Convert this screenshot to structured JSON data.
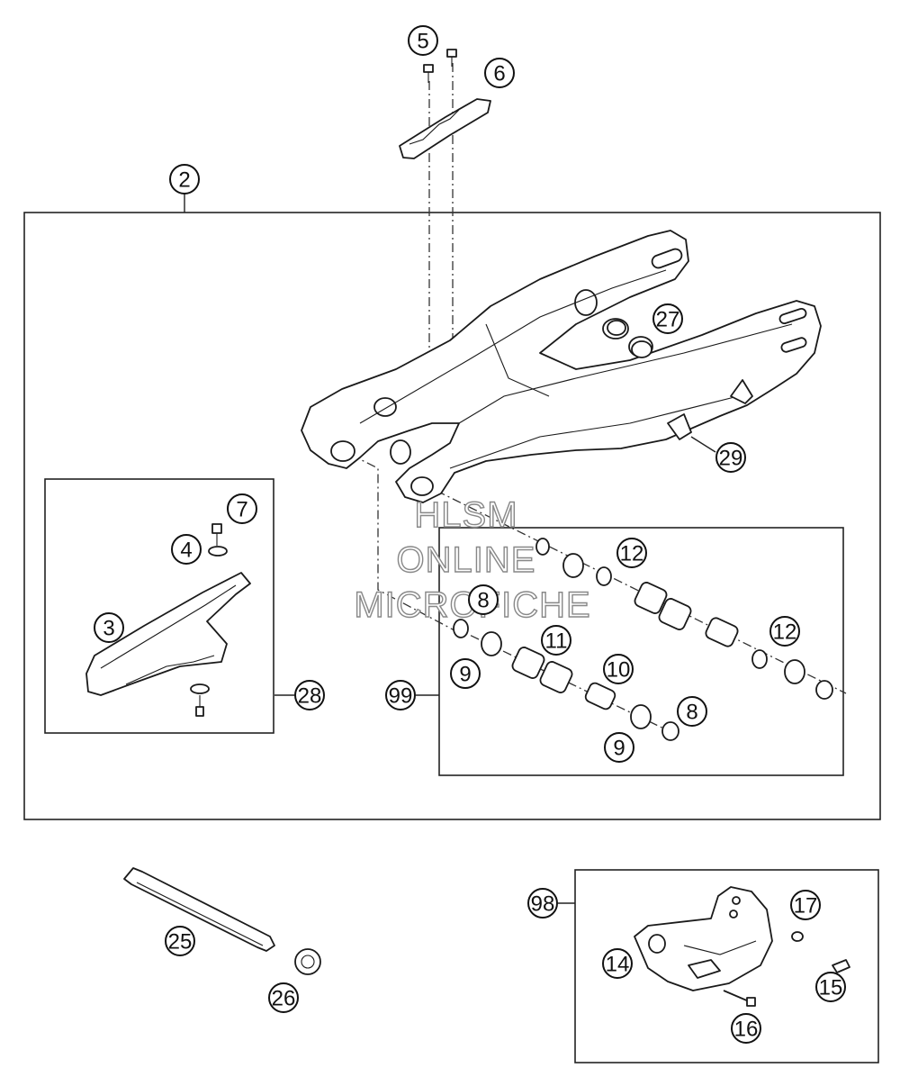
{
  "callouts": {
    "c2": "2",
    "c3": "3",
    "c4": "4",
    "c5": "5",
    "c6": "6",
    "c7": "7",
    "c8a": "8",
    "c8b": "8",
    "c9a": "9",
    "c9b": "9",
    "c10": "10",
    "c11": "11",
    "c12a": "12",
    "c12b": "12",
    "c14": "14",
    "c15": "15",
    "c16": "16",
    "c17": "17",
    "c25": "25",
    "c26": "26",
    "c27": "27",
    "c28": "28",
    "c29": "29",
    "c98": "98",
    "c99": "99"
  },
  "watermark": {
    "line1": "HLSM",
    "line2": "ONLINE",
    "line3": "MICROFICHE"
  }
}
